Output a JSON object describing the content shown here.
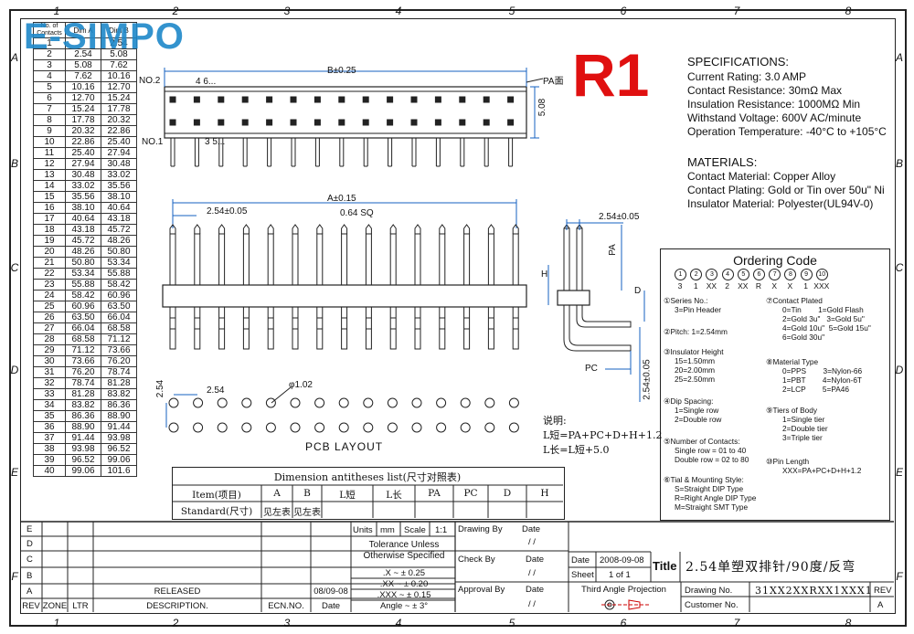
{
  "logo": "E-SIMPO",
  "zones": {
    "columns": [
      "1",
      "2",
      "3",
      "4",
      "5",
      "6",
      "7",
      "8"
    ],
    "rows": [
      "A",
      "B",
      "C",
      "D",
      "E",
      "F"
    ]
  },
  "pin_table": {
    "header": [
      "No. of Contacts",
      "Dim A",
      "Dim B"
    ],
    "rows": [
      [
        "1",
        "",
        "2.54"
      ],
      [
        "2",
        "2.54",
        "5.08"
      ],
      [
        "3",
        "5.08",
        "7.62"
      ],
      [
        "4",
        "7.62",
        "10.16"
      ],
      [
        "5",
        "10.16",
        "12.70"
      ],
      [
        "6",
        "12.70",
        "15.24"
      ],
      [
        "7",
        "15.24",
        "17.78"
      ],
      [
        "8",
        "17.78",
        "20.32"
      ],
      [
        "9",
        "20.32",
        "22.86"
      ],
      [
        "10",
        "22.86",
        "25.40"
      ],
      [
        "11",
        "25.40",
        "27.94"
      ],
      [
        "12",
        "27.94",
        "30.48"
      ],
      [
        "13",
        "30.48",
        "33.02"
      ],
      [
        "14",
        "33.02",
        "35.56"
      ],
      [
        "15",
        "35.56",
        "38.10"
      ],
      [
        "16",
        "38.10",
        "40.64"
      ],
      [
        "17",
        "40.64",
        "43.18"
      ],
      [
        "18",
        "43.18",
        "45.72"
      ],
      [
        "19",
        "45.72",
        "48.26"
      ],
      [
        "20",
        "48.26",
        "50.80"
      ],
      [
        "21",
        "50.80",
        "53.34"
      ],
      [
        "22",
        "53.34",
        "55.88"
      ],
      [
        "23",
        "55.88",
        "58.42"
      ],
      [
        "24",
        "58.42",
        "60.96"
      ],
      [
        "25",
        "60.96",
        "63.50"
      ],
      [
        "26",
        "63.50",
        "66.04"
      ],
      [
        "27",
        "66.04",
        "68.58"
      ],
      [
        "28",
        "68.58",
        "71.12"
      ],
      [
        "29",
        "71.12",
        "73.66"
      ],
      [
        "30",
        "73.66",
        "76.20"
      ],
      [
        "31",
        "76.20",
        "78.74"
      ],
      [
        "32",
        "78.74",
        "81.28"
      ],
      [
        "33",
        "81.28",
        "83.82"
      ],
      [
        "34",
        "83.82",
        "86.36"
      ],
      [
        "35",
        "86.36",
        "88.90"
      ],
      [
        "36",
        "88.90",
        "91.44"
      ],
      [
        "37",
        "91.44",
        "93.98"
      ],
      [
        "38",
        "93.98",
        "96.52"
      ],
      [
        "39",
        "96.52",
        "99.06"
      ],
      [
        "40",
        "99.06",
        "101.6"
      ]
    ]
  },
  "badge": "R1",
  "specifications": {
    "title": "SPECIFICATIONS:",
    "lines": [
      "Current Rating: 3.0 AMP",
      "Contact Resistance: 30mΩ Max",
      "Insulation Resistance: 1000MΩ Min",
      "Withstand Voltage: 600V AC/minute",
      "Operation Temperature: -40°C to +105°C"
    ]
  },
  "materials": {
    "title": "MATERIALS:",
    "lines": [
      "Contact Material: Copper Alloy",
      "Contact Plating: Gold or Tin over 50u\" Ni",
      "Insulator Material: Polyester(UL94V-0)"
    ]
  },
  "ordering_code": {
    "title": "Ordering Code",
    "numbers": [
      "1",
      "2",
      "3",
      "4",
      "5",
      "6",
      "7",
      "8",
      "9",
      "10"
    ],
    "values": [
      "3",
      "1",
      "XX",
      "2",
      "XX",
      "R",
      "X",
      "X",
      "1",
      "XXX"
    ],
    "left": [
      [
        "①Series No.:",
        "3=Pin Header"
      ],
      [
        "②Pitch: 1=2.54mm"
      ],
      [
        "③Insulator Height",
        "15=1.50mm",
        "20=2.00mm",
        "25=2.50mm"
      ],
      [
        "④Dip Spacing:",
        "1=Single row",
        "2=Double row"
      ],
      [
        "⑤Number of Contacts:",
        "Single row = 01 to 40",
        "Double row = 02 to 80"
      ],
      [
        "⑥Tial & Mounting Style:",
        "S=Straight DIP Type",
        "R=Right Angle DIP Type",
        "M=Straight SMT Type"
      ]
    ],
    "right": [
      [
        "⑦Contact Plated",
        "0=Tin        1=Gold Flash",
        "2=Gold 3u\"   3=Gold 5u\"",
        "4=Gold 10u\"  5=Gold 15u\"",
        "6=Gold 30u\""
      ],
      [
        "⑧Material Type",
        "0=PPS        3=Nylon-66",
        "1=PBT        4=Nylon-6T",
        "2=LCP        5=PA46"
      ],
      [
        "⑨Tiers of Body",
        "1=Single tier",
        "2=Double tier",
        "3=Triple tier"
      ],
      [
        "⑩Pin Length",
        "XXX=PA+PC+D+H+1.2"
      ]
    ]
  },
  "drawing_labels": {
    "b_dim": "B±0.25",
    "a_dim": "A±0.15",
    "pitch_top": "2.54±0.05",
    "sq": "0.64 SQ",
    "pitch_side": "2.54±0.05",
    "no2": "NO.2",
    "no1": "NO.1",
    "pins_top": "4    6...",
    "pins_bot": "3    5...",
    "pa_face": "PA面",
    "height": "5.08",
    "pa": "PA",
    "h": "H",
    "d": "D",
    "pc": "PC",
    "side_pitch": "2.54±0.05",
    "pcb_254_v": "2.54",
    "pcb_254_h": "2.54",
    "pcb_hole": "φ1.02",
    "pcb_layout": "PCB LAYOUT",
    "note_title": "说明:",
    "note1": "L短=PA+PC+D+H+1.2",
    "note2": "L长=L短+5.0"
  },
  "dimension_list": {
    "title": "Dimension antitheses list(尺寸对照表)",
    "headers": [
      "Item(项目)",
      "A",
      "B",
      "L短",
      "L长",
      "PA",
      "PC",
      "D",
      "H"
    ],
    "row_label": "Standard(尺寸)",
    "values": [
      "见左表",
      "见左表",
      "",
      "",
      "",
      "",
      "",
      ""
    ]
  },
  "title_block": {
    "rev_letters": [
      "E",
      "D",
      "C",
      "B",
      "A"
    ],
    "rev_headers": [
      "REV",
      "ZONE",
      "LTR",
      "DESCRIPTION.",
      "ECN.NO.",
      "Date"
    ],
    "released": "RELEASED",
    "released_date": "08/09-08",
    "units_label": "Units",
    "units": "mm",
    "scale_label": "Scale",
    "scale": "1:1",
    "tolerance_title": "Tolerance Unless Otherwise Specified",
    "tol1": ".X ~ ± 0.25",
    "tol2": ".XX ~ ± 0.20",
    "tol3": ".XXX ~ ± 0.15",
    "tol4": "Angle ~ ± 3°",
    "drawn_by": "Drawing By",
    "check_by": "Check By",
    "approval_by": "Approval By",
    "date_label": "Date",
    "date_slash": "/   /",
    "date": "2008-09-08",
    "sheet_label": "Sheet",
    "sheet": "1 of 1",
    "title_label": "Title",
    "title": "2.54单塑双排针/90度/反弯",
    "projection": "Third Angle Projection",
    "drawing_no_label": "Drawing No.",
    "drawing_no": "31XX2XXRXX1XXX1",
    "customer_no_label": "Customer No.",
    "rev_label": "REV",
    "rev": "A"
  }
}
